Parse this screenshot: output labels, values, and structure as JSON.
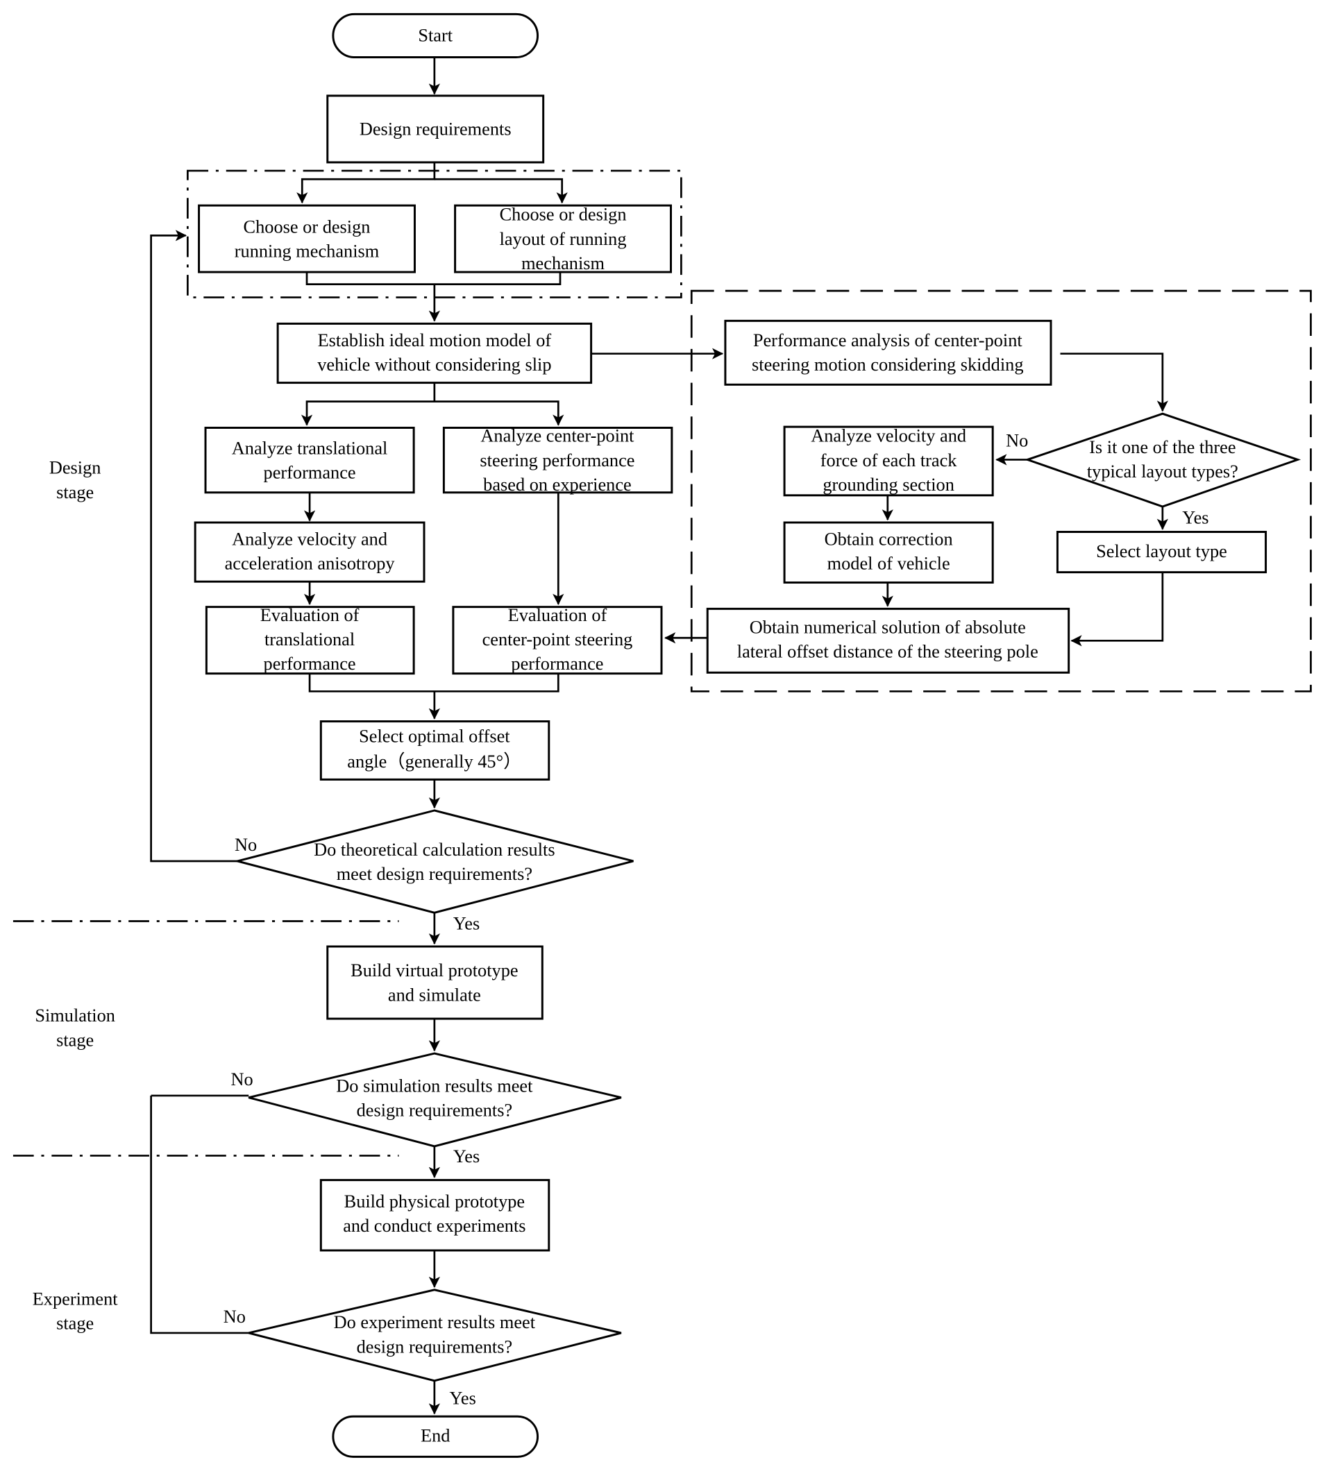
{
  "nodes": {
    "start": [
      "Start"
    ],
    "design_requirements": [
      "Design requirements"
    ],
    "choose_running_mechanism": [
      "Choose or design",
      "running mechanism"
    ],
    "choose_layout": [
      "Choose or design",
      "layout of running",
      "mechanism"
    ],
    "ideal_model": [
      "Establish ideal motion model of",
      "vehicle without considering slip"
    ],
    "perf_analysis_skidding": [
      "Performance analysis of center-point",
      "steering motion considering skidding"
    ],
    "typical_layout_decision": [
      "Is it one of the three",
      "typical layout types?"
    ],
    "analyze_track_section": [
      "Analyze velocity and",
      "force of each track",
      "grounding section"
    ],
    "select_layout_type": [
      "Select layout type"
    ],
    "correction_model": [
      "Obtain correction",
      "model of vehicle"
    ],
    "numerical_solution": [
      "Obtain numerical solution of absolute",
      "lateral offset distance of the steering pole"
    ],
    "analyze_translational": [
      "Analyze translational",
      "performance"
    ],
    "analyze_center_point": [
      "Analyze center-point",
      "steering performance",
      "based on experience"
    ],
    "analyze_anisotropy": [
      "Analyze velocity and",
      "acceleration anisotropy"
    ],
    "eval_translational": [
      "Evaluation of",
      "translational",
      "performance"
    ],
    "eval_center_point": [
      "Evaluation of",
      "center-point steering",
      "performance"
    ],
    "select_offset_angle": [
      "Select optimal offset",
      "angle（generally 45°）"
    ],
    "theory_decision": [
      "Do theoretical calculation results",
      "meet design requirements?"
    ],
    "virtual_prototype": [
      "Build virtual prototype",
      "and simulate"
    ],
    "simulation_decision": [
      "Do simulation results meet",
      "design requirements?"
    ],
    "physical_prototype": [
      "Build physical prototype",
      "and conduct experiments"
    ],
    "experiment_decision": [
      "Do experiment results meet",
      "design requirements?"
    ],
    "end": [
      "End"
    ]
  },
  "edge_labels": {
    "yes": "Yes",
    "no": "No"
  },
  "stages": {
    "design": [
      "Design",
      "stage"
    ],
    "simulation": [
      "Simulation",
      "stage"
    ],
    "experiment": [
      "Experiment",
      "stage"
    ]
  }
}
